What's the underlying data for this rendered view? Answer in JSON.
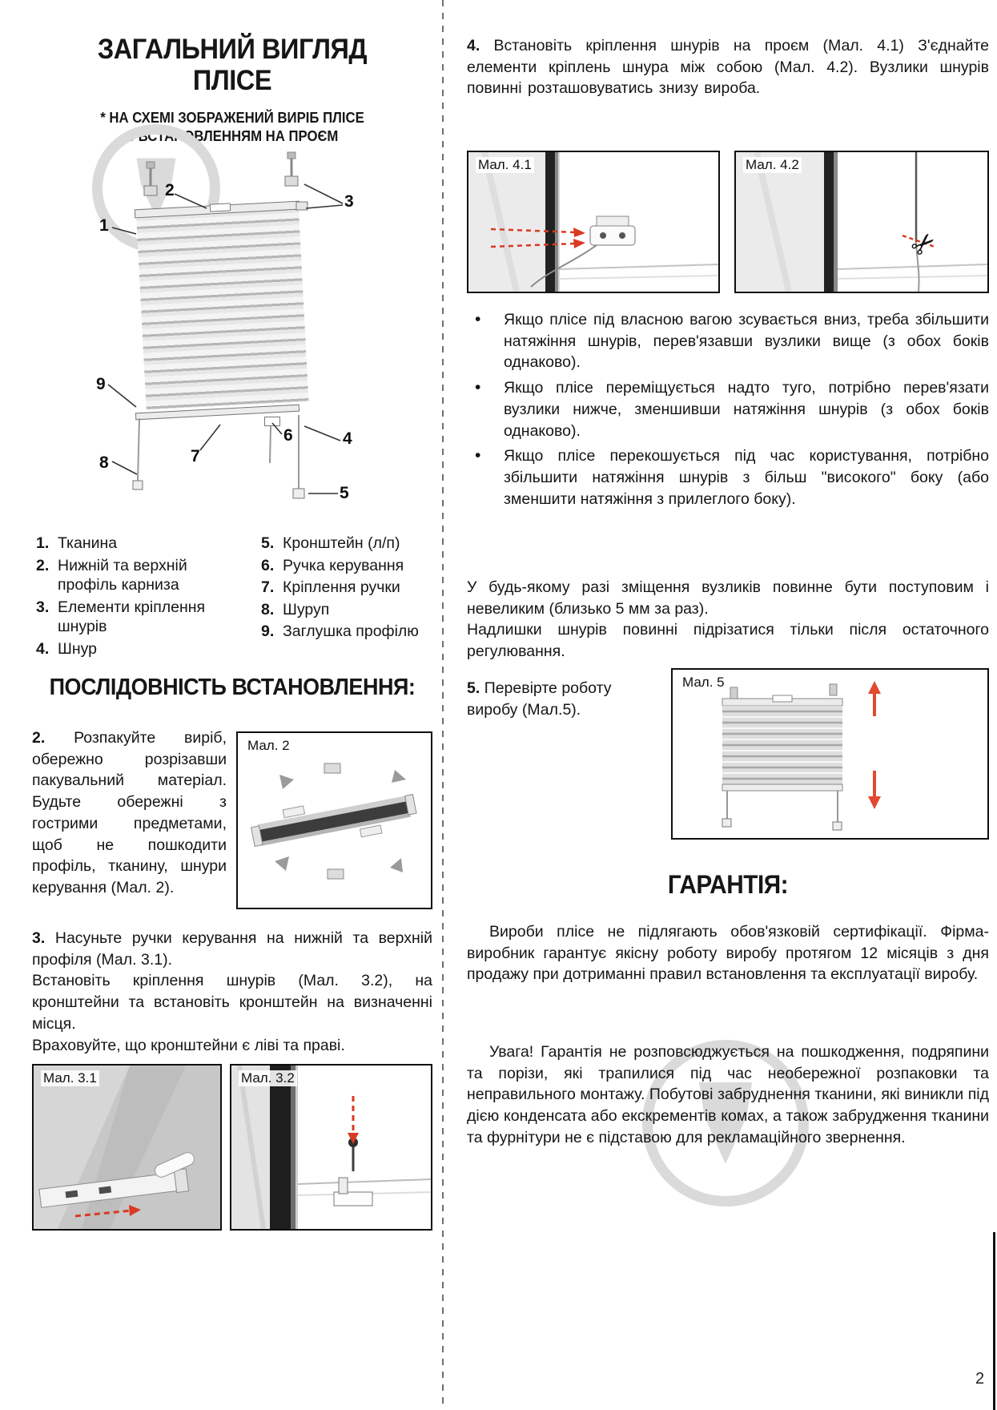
{
  "page": {
    "number": "2"
  },
  "left": {
    "title": [
      "ЗАГАЛЬНИЙ ВИГЛЯД",
      "ПЛІСЕ"
    ],
    "subtitle": [
      "* НА СХЕМІ ЗОБРАЖЕНИЙ ВИРІБ ПЛІСЕ",
      "З ВСТАНОВЛЕННЯМ НА ПРОЄМ"
    ],
    "callouts": [
      "1",
      "2",
      "3",
      "4",
      "5",
      "6",
      "7",
      "8",
      "9"
    ],
    "legend_col1": [
      {
        "n": "1.",
        "t": "Тканина"
      },
      {
        "n": "2.",
        "t": "Нижній та верхній профіль карниза"
      },
      {
        "n": "3.",
        "t": "Елементи кріплення шнурів"
      },
      {
        "n": "4.",
        "t": "Шнур"
      }
    ],
    "legend_col2": [
      {
        "n": "5.",
        "t": "Кронштейн (л/п)"
      },
      {
        "n": "6.",
        "t": "Ручка керування"
      },
      {
        "n": "7.",
        "t": "Кріплення ручки"
      },
      {
        "n": "8.",
        "t": "Шуруп"
      },
      {
        "n": "9.",
        "t": "Заглушка профілю"
      }
    ],
    "install_header": "ПОСЛІДОВНІСТЬ ВСТАНОВЛЕННЯ:",
    "step2": {
      "num": "2.",
      "text": "Розпакуйте виріб, обережно розрізавши пакувальний матеріал. Будьте обережні з гострими предметами, щоб не пошкодити профіль, тканину, шнури керування (Мал. 2)."
    },
    "fig2_label": "Мал. 2",
    "step3": {
      "num": "3.",
      "line1": "Насуньте ручки керування на нижній та верхній профіля (Мал. 3.1).",
      "line2": "Встановіть кріплення шнурів (Мал. 3.2), на кронштейни та встановіть кронштейн на визначенні місця.",
      "line3": "Враховуйте, що кронштейни є ліві та праві."
    },
    "fig31_label": "Мал. 3.1",
    "fig32_label": "Мал. 3.2"
  },
  "right": {
    "step4": {
      "num": "4.",
      "text": "Встановіть кріплення шнурів на проєм (Мал. 4.1) З'єднайте елементи кріплень шнура між собою (Мал. 4.2). Вузлики шнурів повинні розташовуватись знизу вироба."
    },
    "fig41_label": "Мал. 4.1",
    "fig42_label": "Мал. 4.2",
    "bullet_char": "•",
    "bullets": [
      "Якщо плісе під власною вагою зсувається вниз, треба збільшити натяжіння шнурів, перев'язавши вузлики вище (з обох боків однаково).",
      "Якщо плісе переміщується надто туго, потрібно перев'язати вузлики нижче, зменшивши натяжіння шнурів (з обох боків однаково).",
      "Якщо плісе перекошується під час користування, потрібно збільшити натяжіння шнурів з більш \"високого\" боку (або зменшити натяжіння з прилеглого боку)."
    ],
    "note1": "У будь-якому разі зміщення вузликів повинне бути поступовим і невеликим (близько 5 мм за раз).",
    "note2": "Надлишки шнурів повинні підрізатися тільки після остаточного регулювання.",
    "step5": {
      "num": "5.",
      "text": "Перевірте роботу виробу (Мал.5)."
    },
    "fig5_label": "Мал. 5",
    "warranty_header": "ГАРАНТІЯ:",
    "warranty_p1": "Вироби плісе не підлягають обов'язковій сертифікації. Фірма-виробник гарантує якісну роботу виробу протягом 12 місяців з дня продажу при дотриманні правил встановлення та експлуатації виробу.",
    "warranty_p2": "Увага! Гарантія не розповсюджується на пошкодження, подряпини та порізи, які трапилися під час необережної розпаковки та неправильного монтажу. Побутові забруднення тканини, які виникли під дією конденсата або екскрементів комах, а також забрудження тканини та фурнітури не є підставою для рекламаційного звернення."
  }
}
